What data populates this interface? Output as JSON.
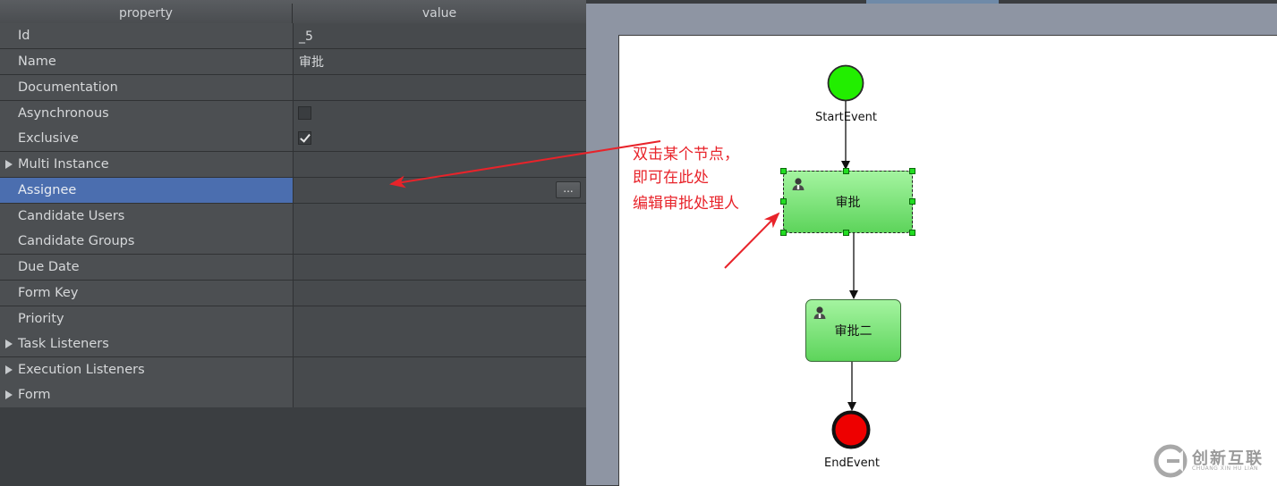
{
  "property_sheet": {
    "header": {
      "property": "property",
      "value": "value"
    },
    "rows": [
      {
        "name": "Id",
        "value": "_5"
      },
      {
        "name": "Name",
        "value": "审批"
      },
      {
        "name": "Documentation",
        "value": ""
      },
      {
        "name": "Asynchronous",
        "checked": false
      },
      {
        "name": "Exclusive",
        "checked": true
      },
      {
        "name": "Multi Instance",
        "expandable": true
      },
      {
        "name": "Assignee",
        "value": "",
        "button": "...",
        "selected": true
      },
      {
        "name": "Candidate Users",
        "value": ""
      },
      {
        "name": "Candidate Groups",
        "value": ""
      },
      {
        "name": "Due Date",
        "value": ""
      },
      {
        "name": "Form Key",
        "value": ""
      },
      {
        "name": "Priority",
        "value": ""
      },
      {
        "name": "Task Listeners",
        "expandable": true
      },
      {
        "name": "Execution Listeners",
        "expandable": true
      },
      {
        "name": "Form",
        "expandable": true
      }
    ]
  },
  "diagram": {
    "start_event": "StartEvent",
    "end_event": "EndEvent",
    "task1": "审批",
    "task2": "审批二",
    "annotation": [
      "双击某个节点，",
      "即可在此处",
      "编辑审批处理人"
    ],
    "colors": {
      "start": "#22ee00",
      "end": "#ee0000",
      "annotation": "#e8232a",
      "selection": "#4b6eaf"
    }
  },
  "watermark": {
    "main": "创新互联",
    "sub": "CHUANG XIN HU LIAN"
  }
}
